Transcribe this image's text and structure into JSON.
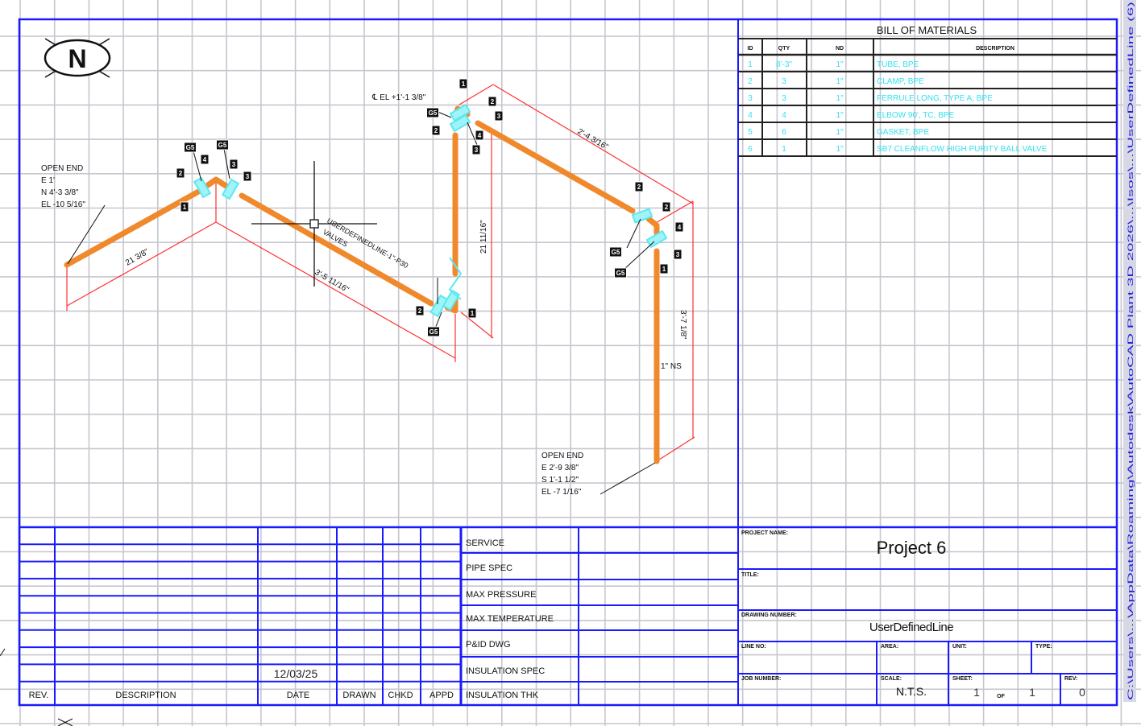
{
  "colors": {
    "frame": "#1a1aff",
    "pipe": "#f0892c",
    "dimension": "#ff3030",
    "fitting": "#5ee8f0",
    "bom_text": "#33e0f0",
    "grid": "#c6c6cf"
  },
  "north_arrow": {
    "letter": "N"
  },
  "bom": {
    "title": "BILL OF MATERIALS",
    "headers": [
      "ID",
      "QTY",
      "ND",
      "DESCRIPTION"
    ],
    "rows": [
      [
        "1",
        "8'-3\"",
        "1\"",
        "TUBE, BPE"
      ],
      [
        "2",
        "3",
        "1\"",
        "CLAMP, BPE"
      ],
      [
        "3",
        "3",
        "1\"",
        "FERRULE LONG, TYPE A, BPE"
      ],
      [
        "4",
        "4",
        "1\"",
        "ELBOW 90', TC, BPE"
      ],
      [
        "5",
        "6",
        "1\"",
        "GASKET, BPE"
      ],
      [
        "6",
        "1",
        "1\"",
        "SB7 CLEANFLOW HIGH PURITY BALL VALVE"
      ]
    ]
  },
  "drawing": {
    "open_end_1": [
      "OPEN END",
      "E 1'",
      "N 4'-3 3/8\"",
      "EL -10 5/16\""
    ],
    "open_end_2": [
      "OPEN END",
      "E 2'-9 3/8\"",
      "S 1'-1 1/2\"",
      "EL -7 1/16\""
    ],
    "dim_1": "21 3/8\"",
    "dim_2": "3'-5 11/16\"",
    "dim_3": "21 11/16\"",
    "dim_4": "2'-4 3/16\"",
    "dim_5": "3'-7 1/8\"",
    "elevation": "℄ EL +1'-1 3/8\"",
    "line_label": "USERDEFINEDLINE-1\"-P30",
    "line_label_2": "VALVES",
    "size_label": "1\" NS",
    "tags": [
      "G5",
      "G5",
      "2",
      "4",
      "3",
      "3",
      "1",
      "1",
      "2",
      "3",
      "4",
      "G5",
      "2",
      "3",
      "G5",
      "2",
      "4",
      "3",
      "2",
      "1",
      "G5",
      "G5",
      "2",
      "1"
    ]
  },
  "revision_block": {
    "headers": [
      "REV.",
      "DESCRIPTION",
      "DATE",
      "DRAWN",
      "CHKD",
      "APPD"
    ],
    "date": "12/03/25"
  },
  "spec_block": [
    "SERVICE",
    "PIPE SPEC",
    "MAX PRESSURE",
    "MAX TEMPERATURE",
    "P&ID DWG",
    "INSULATION SPEC",
    "INSULATION THK"
  ],
  "title_block": {
    "project_name_label": "PROJECT NAME:",
    "project_name": "Project 6",
    "title_label": "TITLE:",
    "drawing_number_label": "DRAWING NUMBER:",
    "drawing_number": "UserDefinedLine",
    "line_no_label": "LINE NO:",
    "area_label": "AREA:",
    "unit_label": "UNIT:",
    "type_label": "TYPE:",
    "job_number_label": "JOB NUMBER:",
    "scale_label": "SCALE:",
    "scale": "N.T.S.",
    "sheet_label": "SHEET:",
    "sheet": "1",
    "of_label": "OF",
    "sheet_total": "1",
    "rev_label": "REV:",
    "rev": "0"
  },
  "file_path": "C:\\Users\\...\\AppData\\Roaming\\Autodesk\\AutoCAD Plant 3D 2026\\...\\Isos\\...\\UserDefinedLine (6)"
}
